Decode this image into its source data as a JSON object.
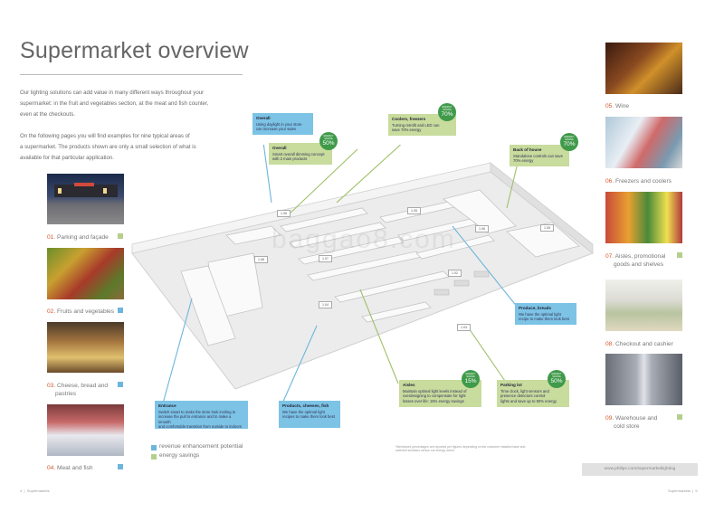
{
  "title": "Supermarket overview",
  "intro": {
    "p1": [
      "Our lighting solutions can add value in many different ways throughout your",
      "supermarket: in the fruit and vegetables section, at the meat and fish counter,",
      "even at the checkouts."
    ],
    "p2": [
      "On the following pages you will find examples for nine typical areas of",
      "a supermarket. The products shown are only a small selection of what is",
      "available for that particular application."
    ]
  },
  "left_areas": [
    {
      "num": "01.",
      "label": "Parking and façade",
      "label2": "",
      "tag": "green"
    },
    {
      "num": "02.",
      "label": "Fruits and vegetables",
      "label2": "",
      "tag": "blue"
    },
    {
      "num": "03.",
      "label": "Cheese, bread and",
      "label2": "pastries",
      "tag": "blue"
    },
    {
      "num": "04.",
      "label": "Meat and fish",
      "label2": "",
      "tag": "blue"
    }
  ],
  "right_areas": [
    {
      "num": "05.",
      "label": "Wine",
      "label2": "",
      "tag": "none"
    },
    {
      "num": "06.",
      "label": "Freezers and coolers",
      "label2": "",
      "tag": "none"
    },
    {
      "num": "07.",
      "label": "Aisles, promotional",
      "label2": "goods and shelves",
      "tag": "green"
    },
    {
      "num": "08.",
      "label": "Checkout and cashier",
      "label2": "",
      "tag": "none"
    },
    {
      "num": "09.",
      "label": "Warehouse and",
      "label2": "cold store",
      "tag": "green"
    }
  ],
  "callouts": {
    "overall_blue": {
      "title": "Overall",
      "body": [
        "Using daylight in your store",
        "can increase your sales"
      ]
    },
    "overall_green": {
      "title": "Overall",
      "body": [
        "Smart overall dimming concept",
        "with 2 main products"
      ],
      "badge": "50%"
    },
    "coolers": {
      "title": "Coolers, freezers",
      "body": [
        "Turning retrofit and LED can",
        "save 70% energy"
      ],
      "badge": "70%"
    },
    "backhouse": {
      "title": "Back of house",
      "body": [
        "Standalone controls can save",
        "70% energy"
      ],
      "badge": "70%"
    },
    "produce": {
      "title": "Produce, breads",
      "body": [
        "We have the optimal light",
        "recipe to make them look best"
      ]
    },
    "aisles": {
      "title": "Aisles",
      "body": [
        "Maintain optimal light levels instead of",
        "overdesigning to compensate for light",
        "losses over life: 15% energy savings"
      ],
      "badge": "15%"
    },
    "parking": {
      "title": "Parking lot",
      "body": [
        "Time clock, light sensors and",
        "presence detectors control",
        "lights and save up to 50% energy"
      ],
      "badge": "50%"
    },
    "entrance": {
      "title": "Entrance",
      "body": [
        "Switch smart to make the store look inviting to",
        "increase the pull to entrance and to make a smooth",
        "and comfortable transition from outside to indoors"
      ]
    },
    "products": {
      "title": "Products, cheeses, fish",
      "body": [
        "We have the optimal light",
        "recipes to make them look best"
      ]
    }
  },
  "badge_label": "ENERGY SAVING",
  "codes": [
    "1.06",
    "1.05",
    "1.06",
    "1.07",
    "1.08",
    "1.05",
    "1.02",
    "1.04",
    "1.03",
    "1.01"
  ],
  "legend": {
    "blue": "revenue enhancement potential",
    "green": "energy savings"
  },
  "footnote": [
    "*Mentioned percentages are reported per figures depending on the customer installed base and",
    "selected solutions versus our energy solver"
  ],
  "url": "www.philips.com/supermarketlighting",
  "footer_left": {
    "num": "4",
    "text": "Supermarkets"
  },
  "footer_right": {
    "num": "5",
    "text": "Supermarkets"
  },
  "watermark": "baggao8.com"
}
